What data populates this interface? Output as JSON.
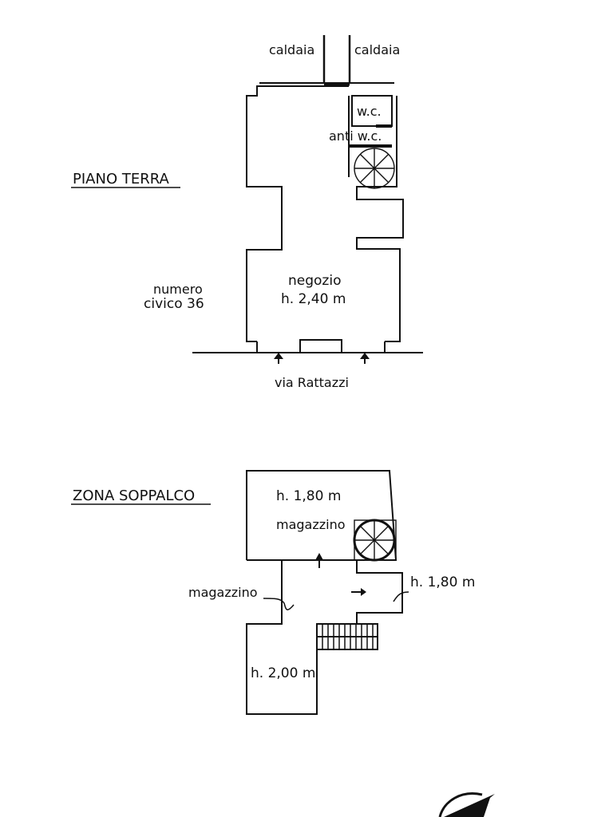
{
  "ground_floor": {
    "title": "PIANO TERRA",
    "boiler_left": "caldaia",
    "boiler_right": "caldaia",
    "wc": "w.c.",
    "anti_wc": "anti w.c.",
    "shop_name": "negozio",
    "shop_height": "h. 2,40 m",
    "house_number_line1": "numero",
    "house_number_line2": "civico 36",
    "street": "via Rattazzi"
  },
  "mezzanine": {
    "title": "ZONA SOPPALCO",
    "upper_height": "h. 1,80 m",
    "upper_room": "magazzino",
    "side_height": "h. 1,80 m",
    "left_room": "magazzino",
    "lower_height": "h. 2,00 m"
  }
}
